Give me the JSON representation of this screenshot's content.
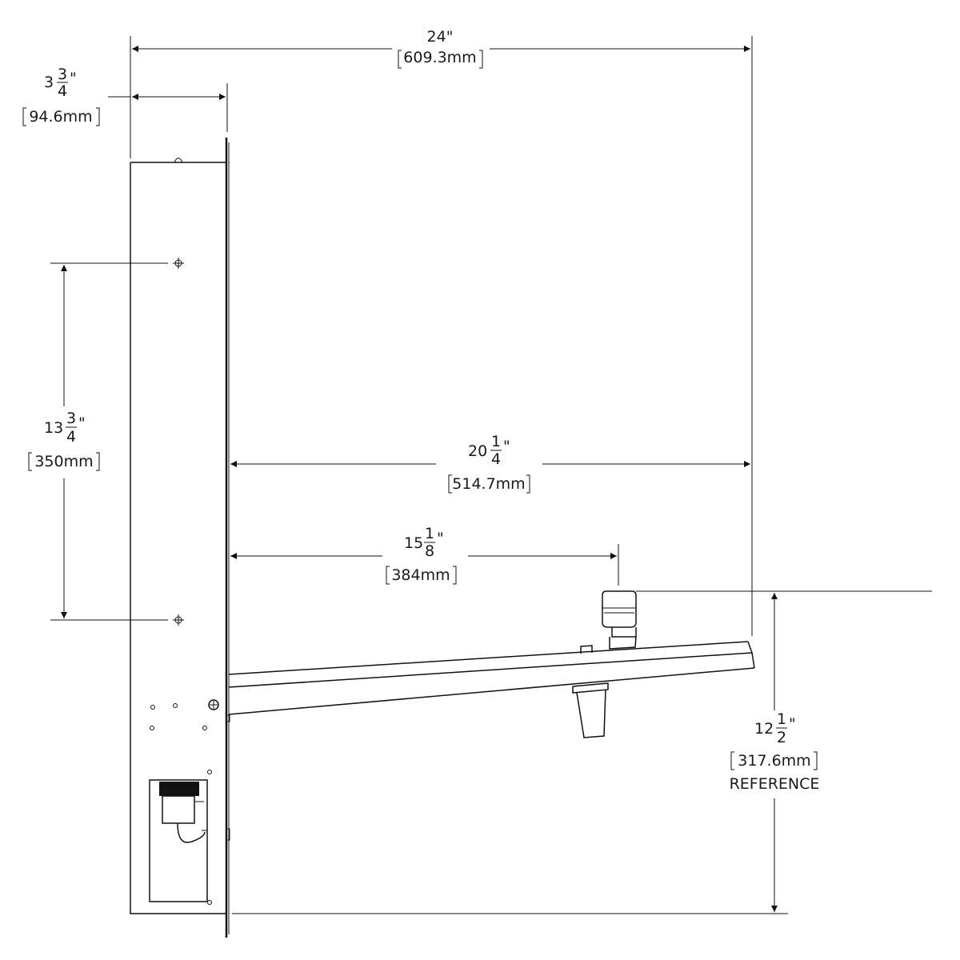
{
  "diagram": {
    "dimensions": {
      "overall_width": {
        "imperial": "24\"",
        "metric": "609.3mm"
      },
      "wall_depth": {
        "whole": "3",
        "num": "3",
        "den": "4",
        "quote": "\"",
        "metric": "94.6mm"
      },
      "mount_spacing": {
        "whole": "13",
        "num": "3",
        "den": "4",
        "quote": "\"",
        "metric": "350mm"
      },
      "arm_reach": {
        "whole": "20",
        "num": "1",
        "den": "4",
        "quote": "\"",
        "metric": "514.7mm"
      },
      "spout_reach": {
        "whole": "15",
        "num": "1",
        "den": "8",
        "quote": "\"",
        "metric": "384mm"
      },
      "spout_height": {
        "whole": "12",
        "num": "1",
        "den": "2",
        "quote": "\"",
        "metric": "317.6mm",
        "note": "REFERENCE"
      }
    }
  }
}
